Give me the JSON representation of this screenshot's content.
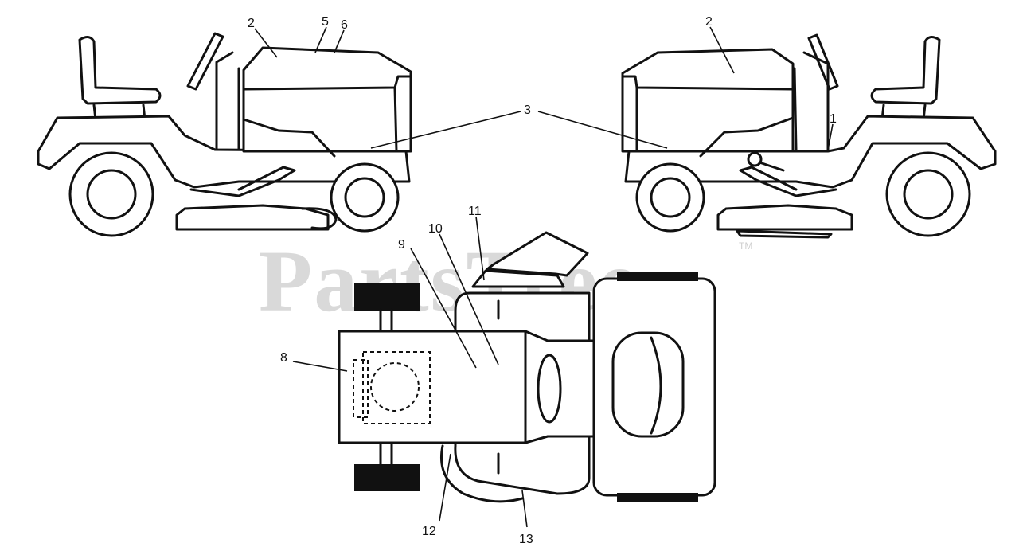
{
  "watermark": {
    "text": "PartsTree",
    "trademark": "TM"
  },
  "callouts": {
    "c1": "1",
    "c2_left": "2",
    "c2_right": "2",
    "c3": "3",
    "c5": "5",
    "c6": "6",
    "c8": "8",
    "c9": "9",
    "c10": "10",
    "c11": "11",
    "c12": "12",
    "c13": "13"
  }
}
